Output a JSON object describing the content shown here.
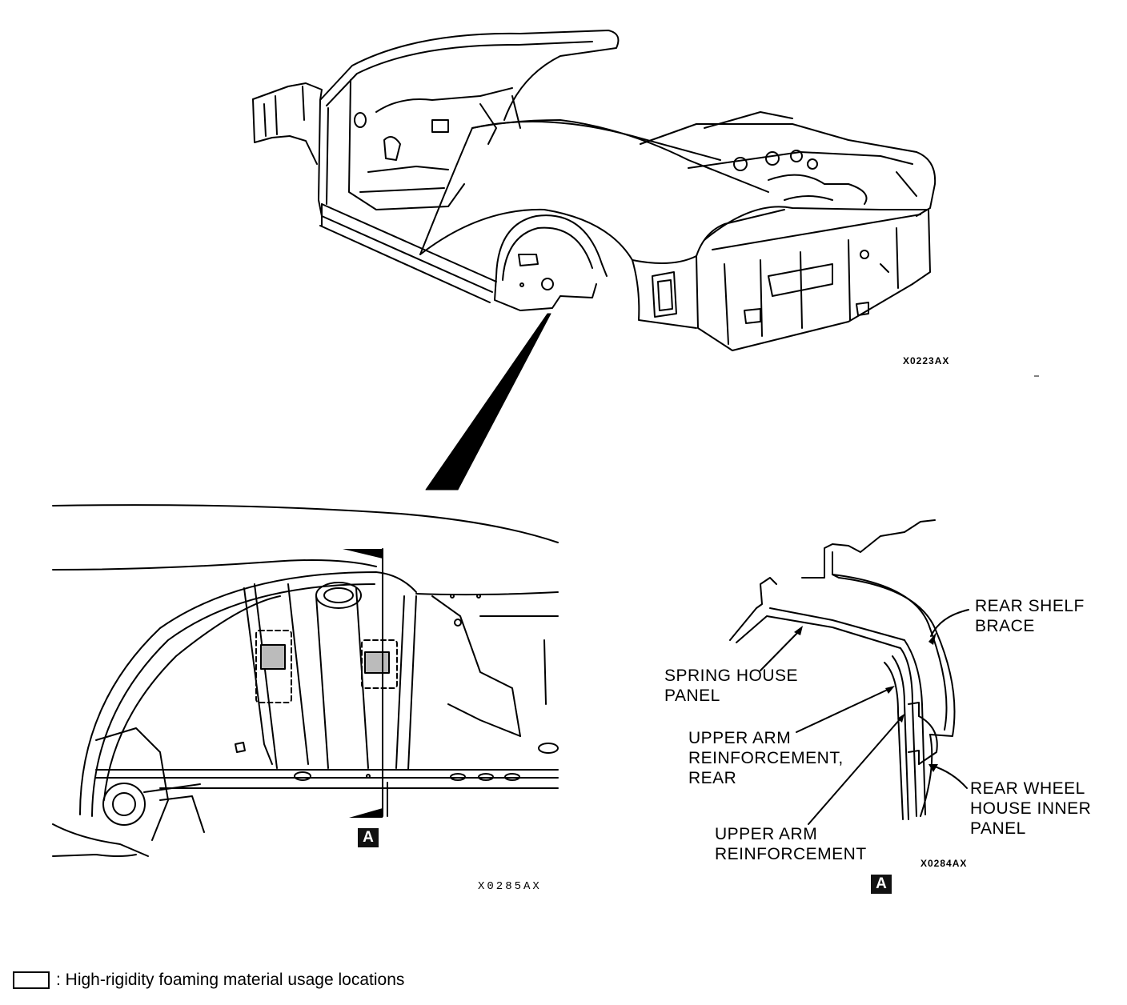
{
  "figure_codes": {
    "overview": "X0223AX",
    "detail": "X0285AX",
    "section": "X0284AX"
  },
  "section_marker": "A",
  "labels": {
    "rear_shelf_brace": [
      "REAR SHELF",
      "BRACE"
    ],
    "spring_house_panel": [
      "SPRING HOUSE",
      "PANEL"
    ],
    "upper_arm_reinf_rear": [
      "UPPER ARM",
      "REINFORCEMENT,",
      "REAR"
    ],
    "upper_arm_reinf": [
      "UPPER ARM",
      "REINFORCEMENT"
    ],
    "rear_wheel_house_inner": [
      "REAR WHEEL",
      "HOUSE INNER",
      "PANEL"
    ]
  },
  "legend": {
    "text": ": High-rigidity foaming material usage locations"
  }
}
